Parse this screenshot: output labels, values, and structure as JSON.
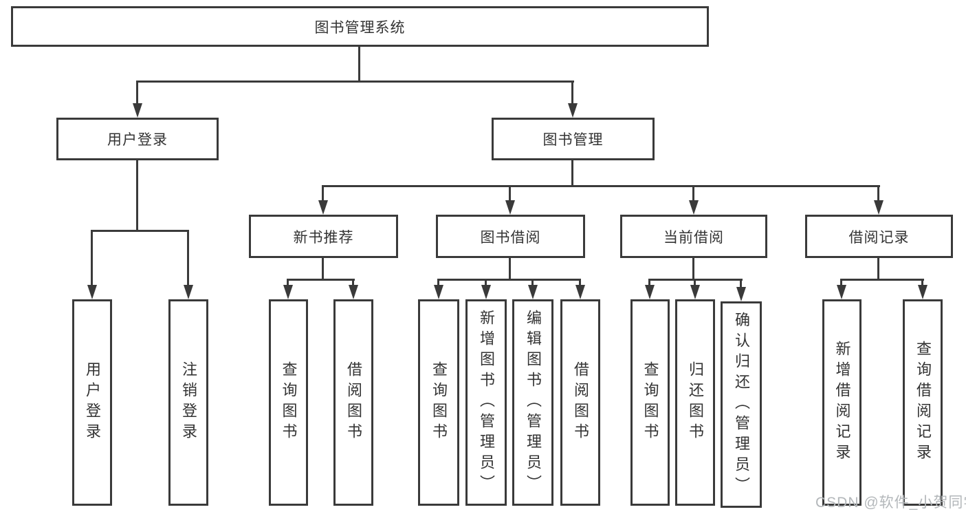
{
  "root": {
    "label": "图书管理系统"
  },
  "branches": {
    "user_login": {
      "label": "用户登录",
      "children": {
        "login": {
          "label": "用户登录"
        },
        "logout": {
          "label": "注销登录"
        }
      }
    },
    "book_management": {
      "label": "图书管理",
      "children": {
        "new_book_recommend": {
          "label": "新书推荐",
          "children": {
            "query_books": {
              "label": "查询图书"
            },
            "borrow_books": {
              "label": "借阅图书"
            }
          }
        },
        "book_borrow": {
          "label": "图书借阅",
          "children": {
            "query_books": {
              "label": "查询图书"
            },
            "add_books": {
              "label": "新增图书（管理员）"
            },
            "edit_books": {
              "label": "编辑图书（管理员）"
            },
            "borrow_books": {
              "label": "借阅图书"
            }
          }
        },
        "current_borrow": {
          "label": "当前借阅",
          "children": {
            "query_books": {
              "label": "查询图书"
            },
            "return_books": {
              "label": "归还图书"
            },
            "confirm_return": {
              "label": "确认归还（管理员）"
            }
          }
        },
        "borrow_records": {
          "label": "借阅记录",
          "children": {
            "add_record": {
              "label": "新增借阅记录"
            },
            "query_record": {
              "label": "查询借阅记录"
            }
          }
        }
      }
    }
  },
  "watermark": {
    "text": "CSDN @软件_小贺同学"
  },
  "colors": {
    "line": "#3a3a3a",
    "text": "#333333",
    "watermark": "#b3b7ba",
    "background": "#ffffff"
  }
}
